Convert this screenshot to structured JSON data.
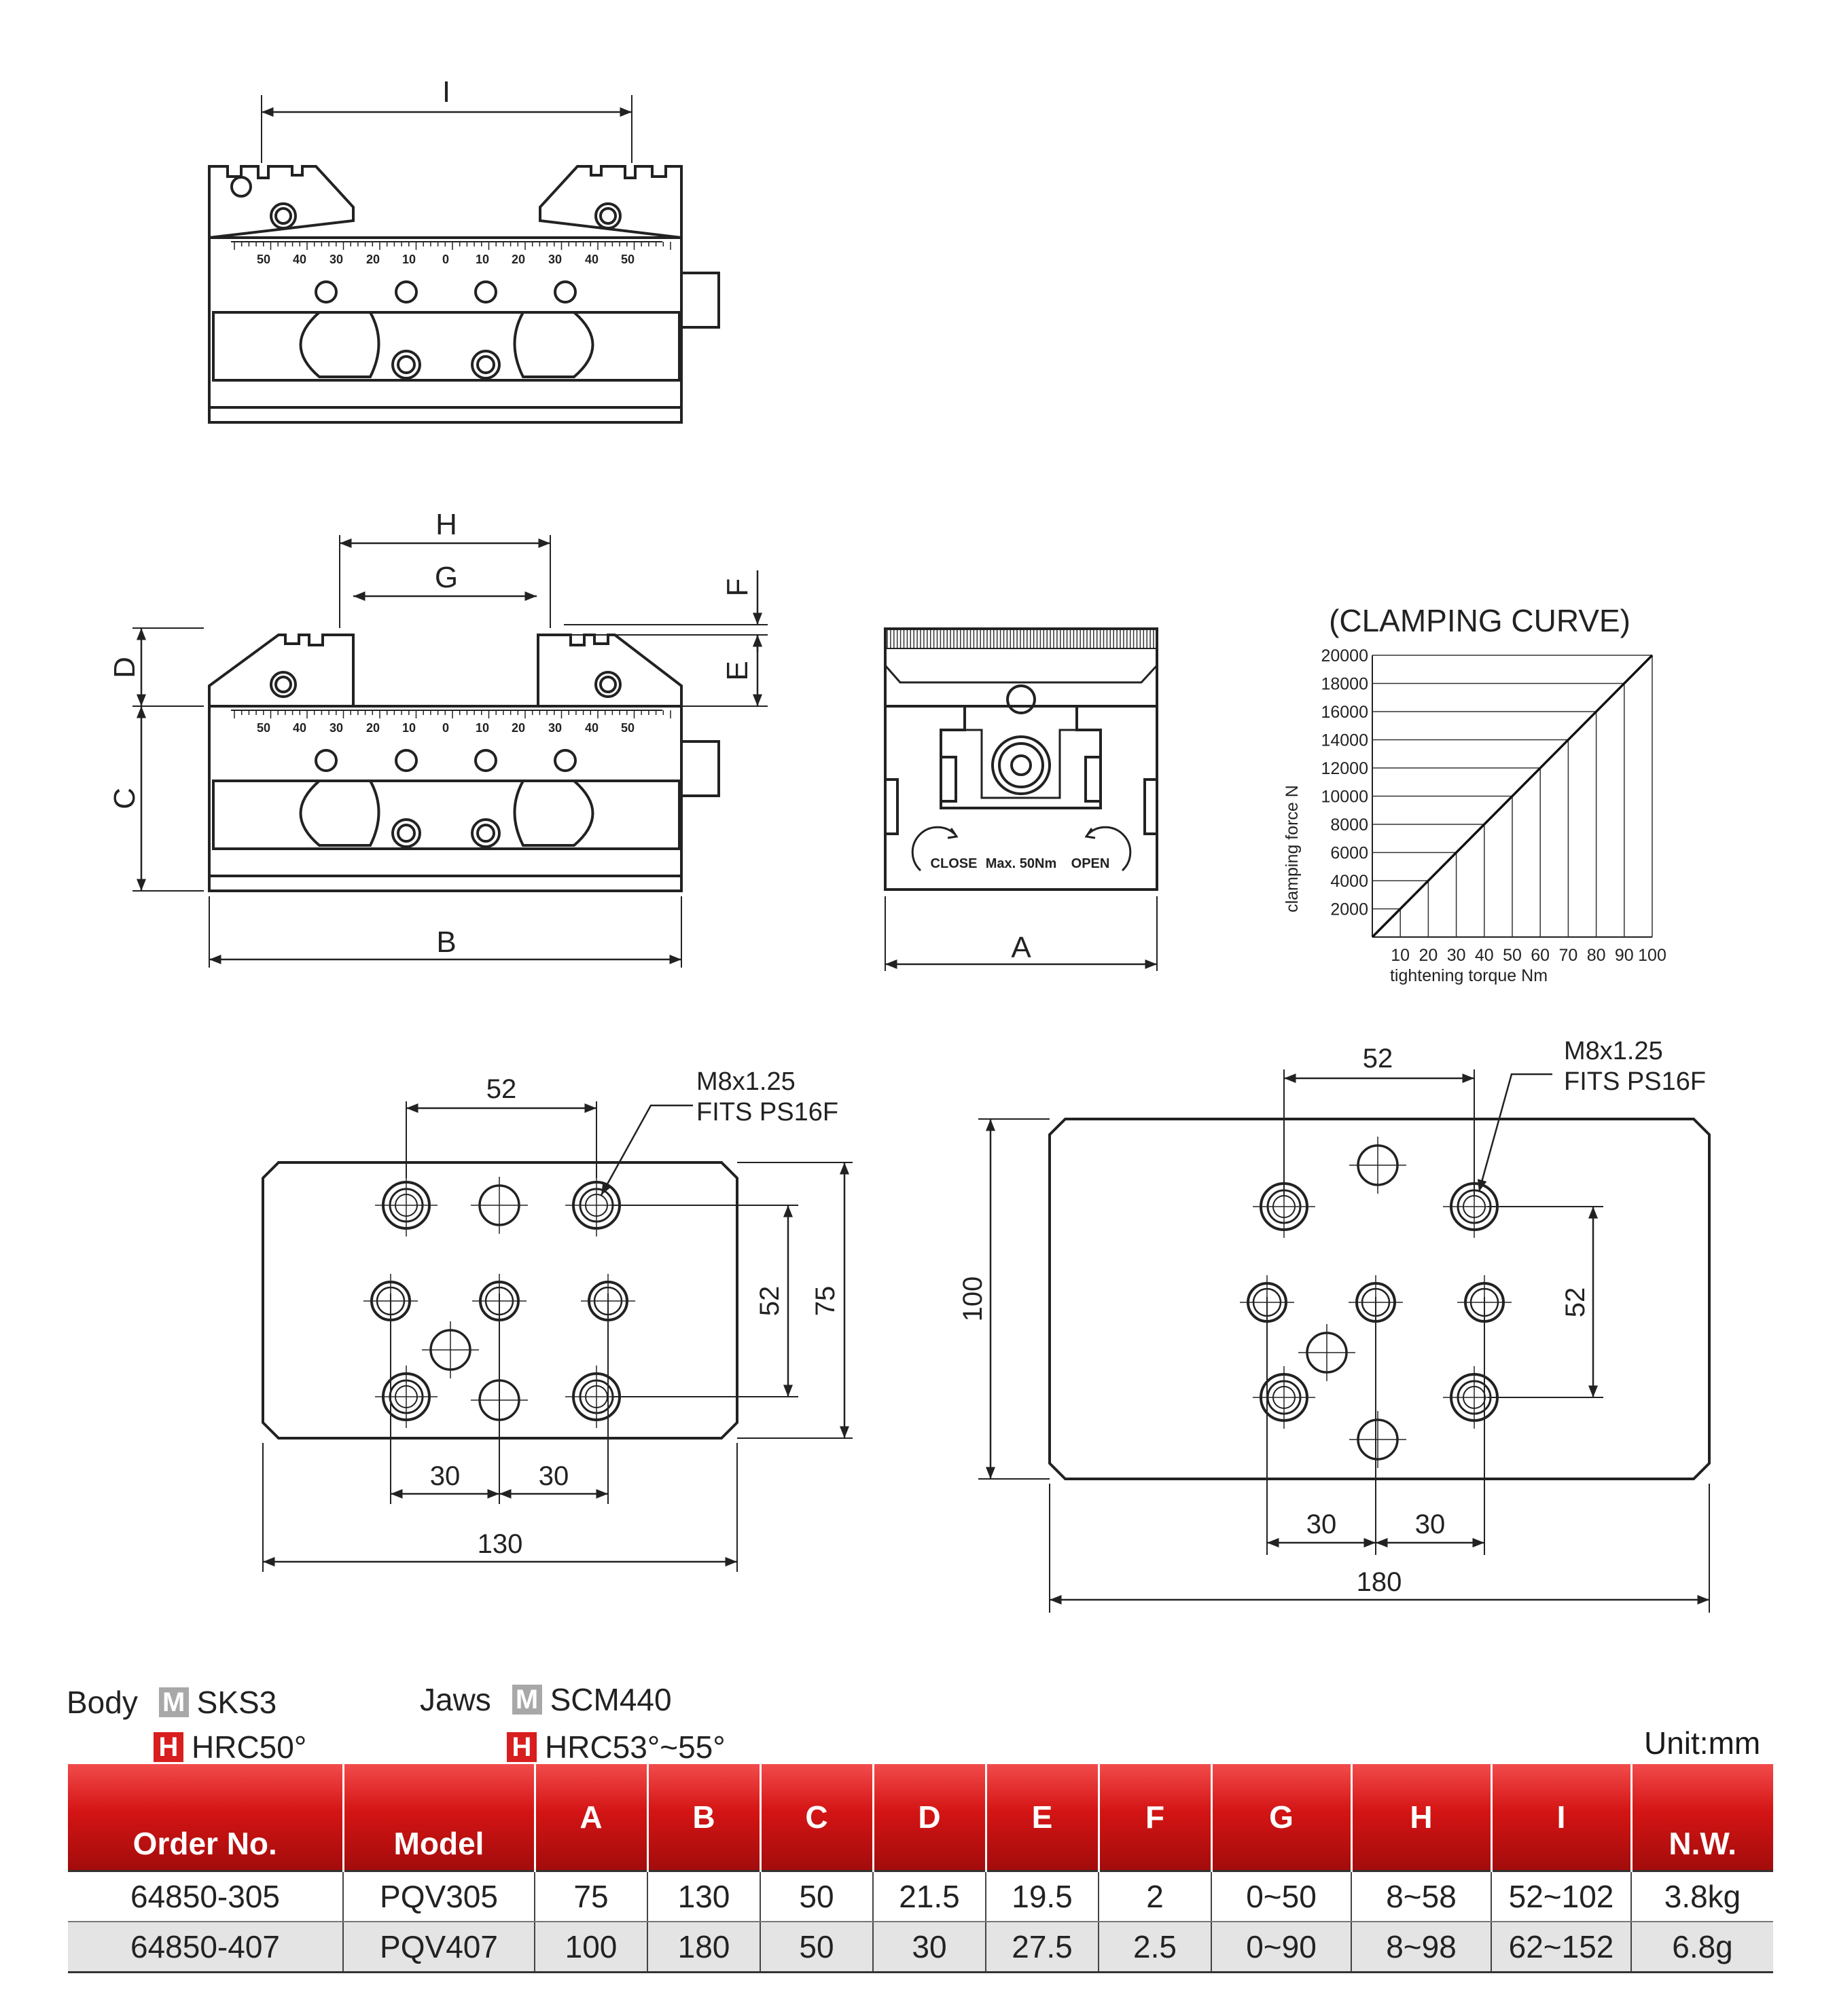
{
  "top_view": {
    "dim_I": "I",
    "scale": [
      "50",
      "40",
      "30",
      "20",
      "10",
      "0",
      "10",
      "20",
      "30",
      "40",
      "50"
    ]
  },
  "front_view": {
    "dim_H": "H",
    "dim_G": "G",
    "dim_F": "F",
    "dim_E": "E",
    "dim_D": "D",
    "dim_C": "C",
    "dim_B": "B",
    "scale": [
      "50",
      "40",
      "30",
      "20",
      "10",
      "0",
      "10",
      "20",
      "30",
      "40",
      "50"
    ]
  },
  "side_view": {
    "dim_A": "A",
    "close": "CLOSE",
    "max": "Max. 50Nm",
    "open": "OPEN"
  },
  "clamping_chart": {
    "heading": "(CLAMPING CURVE)"
  },
  "chart_data": {
    "type": "line",
    "title": "(CLAMPING CURVE)",
    "xlabel": "tightening torque Nm",
    "ylabel": "clamping force N",
    "x_ticks": [
      "10",
      "20",
      "30",
      "40",
      "50",
      "60",
      "70",
      "80",
      "90",
      "100"
    ],
    "y_ticks": [
      "2000",
      "4000",
      "6000",
      "8000",
      "10000",
      "12000",
      "14000",
      "16000",
      "18000",
      "20000"
    ],
    "xlim": [
      0,
      100
    ],
    "ylim": [
      0,
      20000
    ],
    "grid": true,
    "series": [
      {
        "x": [
          0,
          10,
          20,
          30,
          40,
          50,
          60,
          70,
          80,
          90,
          100
        ],
        "y": [
          0,
          2000,
          4000,
          6000,
          8000,
          10000,
          12000,
          14000,
          16000,
          18000,
          20000
        ]
      }
    ]
  },
  "plate_small": {
    "dim_top": "52",
    "thread": "M8x1.25",
    "fits": "FITS PS16F",
    "dim_v52": "52",
    "dim_v75": "75",
    "dim_30a": "30",
    "dim_30b": "30",
    "dim_130": "130"
  },
  "plate_large": {
    "dim_top": "52",
    "thread": "M8x1.25",
    "fits": "FITS PS16F",
    "dim_v52": "52",
    "dim_v100": "100",
    "dim_30a": "30",
    "dim_30b": "30",
    "dim_180": "180"
  },
  "materials": {
    "body_label": "Body",
    "body_m": "SKS3",
    "body_h": "HRC50°",
    "jaws_label": "Jaws",
    "jaws_m": "SCM440",
    "jaws_h": "HRC53°~55°",
    "m_letter": "M",
    "h_letter": "H"
  },
  "unit": "Unit:mm",
  "table": {
    "headers": [
      "Order No.",
      "Model",
      "A",
      "B",
      "C",
      "D",
      "E",
      "F",
      "G",
      "H",
      "I",
      "N.W."
    ],
    "rows": [
      [
        "64850-305",
        "PQV305",
        "75",
        "130",
        "50",
        "21.5",
        "19.5",
        "2",
        "0~50",
        "8~58",
        "52~102",
        "3.8kg"
      ],
      [
        "64850-407",
        "PQV407",
        "100",
        "180",
        "50",
        "30",
        "27.5",
        "2.5",
        "0~90",
        "8~98",
        "62~152",
        "6.8g"
      ]
    ]
  }
}
